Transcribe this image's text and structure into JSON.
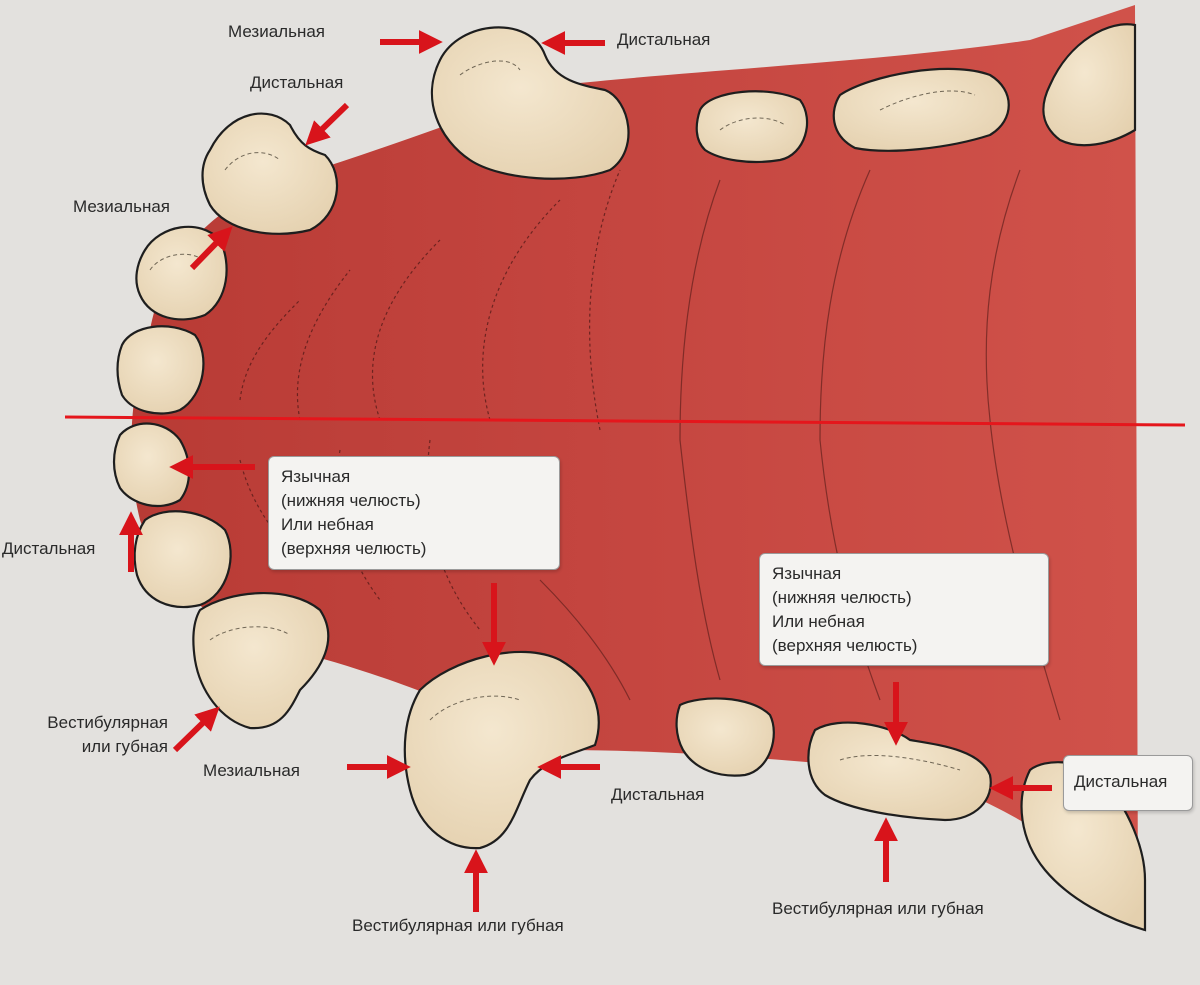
{
  "labels": {
    "top_mesial_right": "Мезиальная",
    "top_distal_right": "Дистальная",
    "top_distal_canine": "Дистальная",
    "top_mesial_incisor": "Мезиальная",
    "left_distal": "Дистальная",
    "vestibular_left_line1": "Вестибулярная",
    "vestibular_left_line2": "или губная",
    "bottom_mesial": "Мезиальная",
    "bottom_distal": "Дистальная",
    "vestibular_bottom_center": "Вестибулярная или губная",
    "vestibular_bottom_right": "Вестибулярная или губная",
    "distal_right_box": "Дистальная"
  },
  "callout_1": {
    "line1": "Язычная",
    "line2": "(нижняя челюсть)",
    "line3": "Или небная",
    "line4": "(верхняя челюсть)"
  },
  "callout_2": {
    "line1": "Язычная",
    "line2": "(нижняя челюсть)",
    "line3": "Или небная",
    "line4": "(верхняя челюсть)"
  },
  "colors": {
    "background": "#e3e1de",
    "tissue": "#c4433d",
    "tooth": "#ead9bc",
    "arrow": "#d8141b",
    "midline": "#e5161c"
  }
}
